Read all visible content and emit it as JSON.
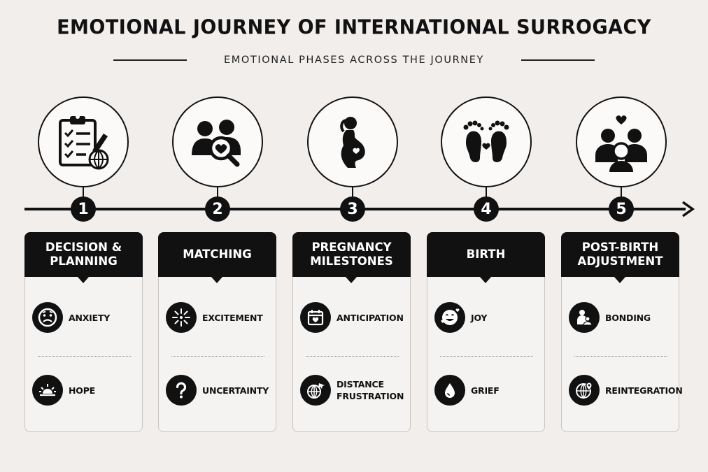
{
  "title": "EMOTIONAL JOURNEY OF INTERNATIONAL SURROGACY",
  "subtitle": "EMOTIONAL PHASES ACROSS THE JOURNEY",
  "phases": [
    {
      "number": "1",
      "title": "DECISION &\nPLANNING",
      "icon": "clipboard-globe-icon",
      "emotions": [
        {
          "label": "ANXIETY",
          "icon": "worried-face-icon"
        },
        {
          "label": "HOPE",
          "icon": "sunrise-icon"
        }
      ]
    },
    {
      "number": "2",
      "title": "MATCHING",
      "icon": "people-magnifier-heart-icon",
      "emotions": [
        {
          "label": "EXCITEMENT",
          "icon": "sparkle-burst-icon"
        },
        {
          "label": "UNCERTAINTY",
          "icon": "question-mark-icon"
        }
      ]
    },
    {
      "number": "3",
      "title": "PREGNANCY\nMILESTONES",
      "icon": "pregnant-woman-icon",
      "emotions": [
        {
          "label": "ANTICIPATION",
          "icon": "calendar-heart-icon"
        },
        {
          "label": "DISTANCE\nFRUSTRATION",
          "icon": "globe-plane-icon"
        }
      ]
    },
    {
      "number": "4",
      "title": "BIRTH",
      "icon": "baby-feet-icon",
      "emotions": [
        {
          "label": "JOY",
          "icon": "smiling-face-hearts-icon"
        },
        {
          "label": "GRIEF",
          "icon": "teardrop-icon"
        }
      ]
    },
    {
      "number": "5",
      "title": "POST-BIRTH\nADJUSTMENT",
      "icon": "family-heart-icon",
      "emotions": [
        {
          "label": "BONDING",
          "icon": "parent-child-icon"
        },
        {
          "label": "REINTEGRATION",
          "icon": "globe-pin-icon"
        }
      ]
    }
  ]
}
